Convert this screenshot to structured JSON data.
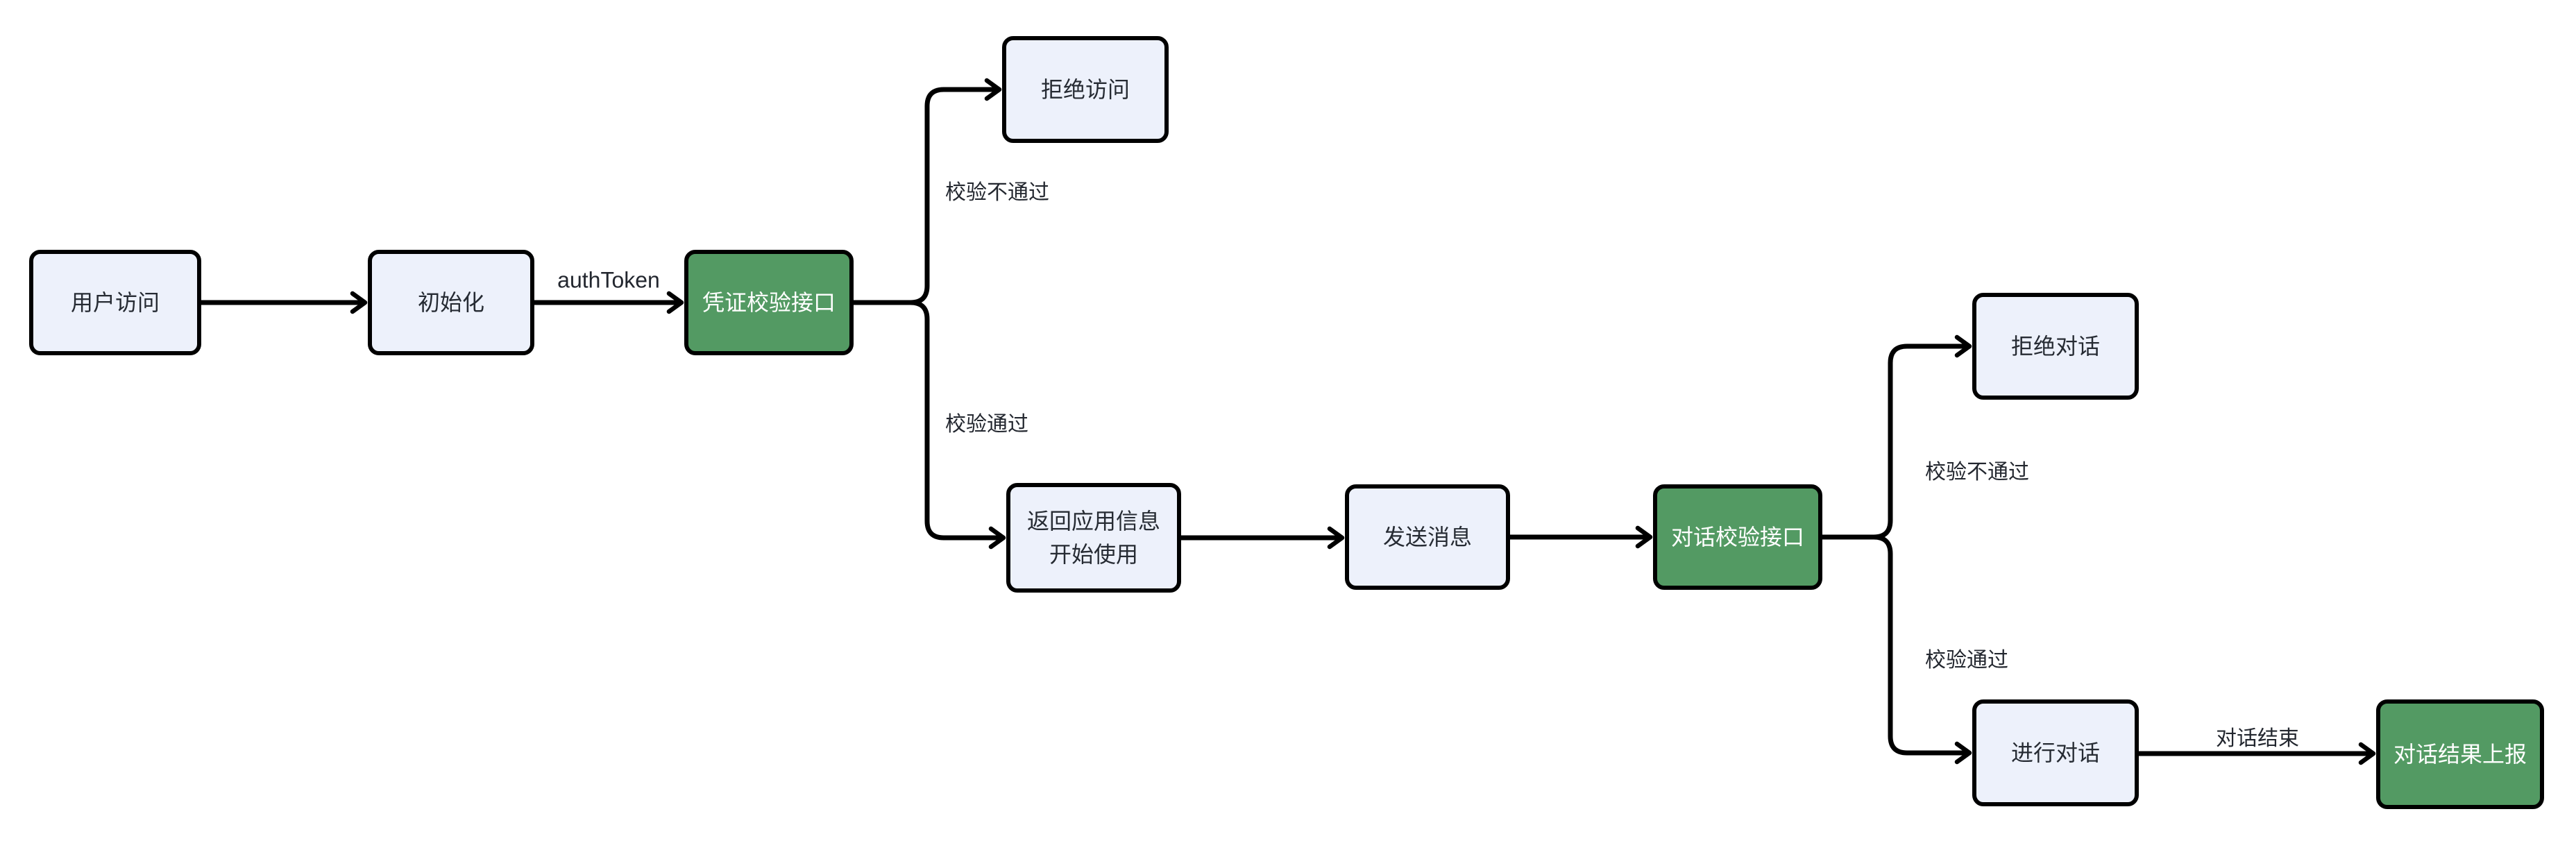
{
  "colors": {
    "canvas-bg": "#ffffff",
    "node-fill": "#EDF1FB",
    "node-border": "#000000",
    "node-text": "#262B33",
    "green-fill": "#539A63",
    "green-text": "#FFFFFF",
    "edge-color": "#000000",
    "label-text": "#23272F"
  },
  "nodes": [
    {
      "id": "user_access",
      "label": "用户访问",
      "variant": "default"
    },
    {
      "id": "init",
      "label": "初始化",
      "variant": "default"
    },
    {
      "id": "auth_api",
      "label": "凭证校验接口",
      "variant": "green"
    },
    {
      "id": "deny_access",
      "label": "拒绝访问",
      "variant": "default"
    },
    {
      "id": "return_info",
      "label": "返回应用信息\n开始使用",
      "variant": "default"
    },
    {
      "id": "send_msg",
      "label": "发送消息",
      "variant": "default"
    },
    {
      "id": "chat_api",
      "label": "对话校验接口",
      "variant": "green"
    },
    {
      "id": "deny_chat",
      "label": "拒绝对话",
      "variant": "default"
    },
    {
      "id": "do_chat",
      "label": "进行对话",
      "variant": "default"
    },
    {
      "id": "report",
      "label": "对话结果上报",
      "variant": "green"
    }
  ],
  "edges": [
    {
      "from": "user_access",
      "to": "init",
      "label": ""
    },
    {
      "from": "init",
      "to": "auth_api",
      "label": "authToken"
    },
    {
      "from": "auth_api",
      "to": "deny_access",
      "label": "校验不通过"
    },
    {
      "from": "auth_api",
      "to": "return_info",
      "label": "校验通过"
    },
    {
      "from": "return_info",
      "to": "send_msg",
      "label": ""
    },
    {
      "from": "send_msg",
      "to": "chat_api",
      "label": ""
    },
    {
      "from": "chat_api",
      "to": "deny_chat",
      "label": "校验不通过"
    },
    {
      "from": "chat_api",
      "to": "do_chat",
      "label": "校验通过"
    },
    {
      "from": "do_chat",
      "to": "report",
      "label": "对话结束"
    }
  ]
}
